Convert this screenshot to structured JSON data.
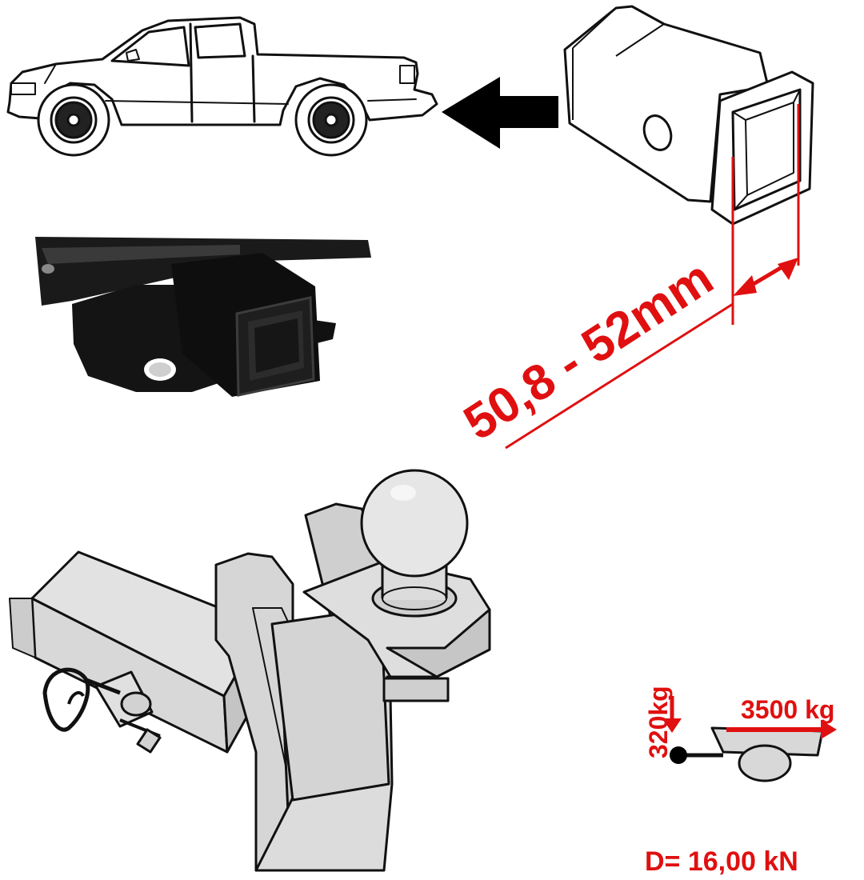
{
  "diagram": {
    "receiver_size_label": "50,8 - 52mm",
    "tongue_load_label": "320kg",
    "towing_capacity_label": "3500 kg",
    "d_value_label": "D= 16,00 kN",
    "accent_color": "#e01010",
    "line_color": "#111111",
    "part_fill_color": "#d8d8d8",
    "icons": [
      "pickup-truck-icon",
      "direction-arrow-icon",
      "receiver-tube-icon",
      "hitch-photo-icon",
      "ball-mount-icon",
      "trailer-icon"
    ]
  }
}
